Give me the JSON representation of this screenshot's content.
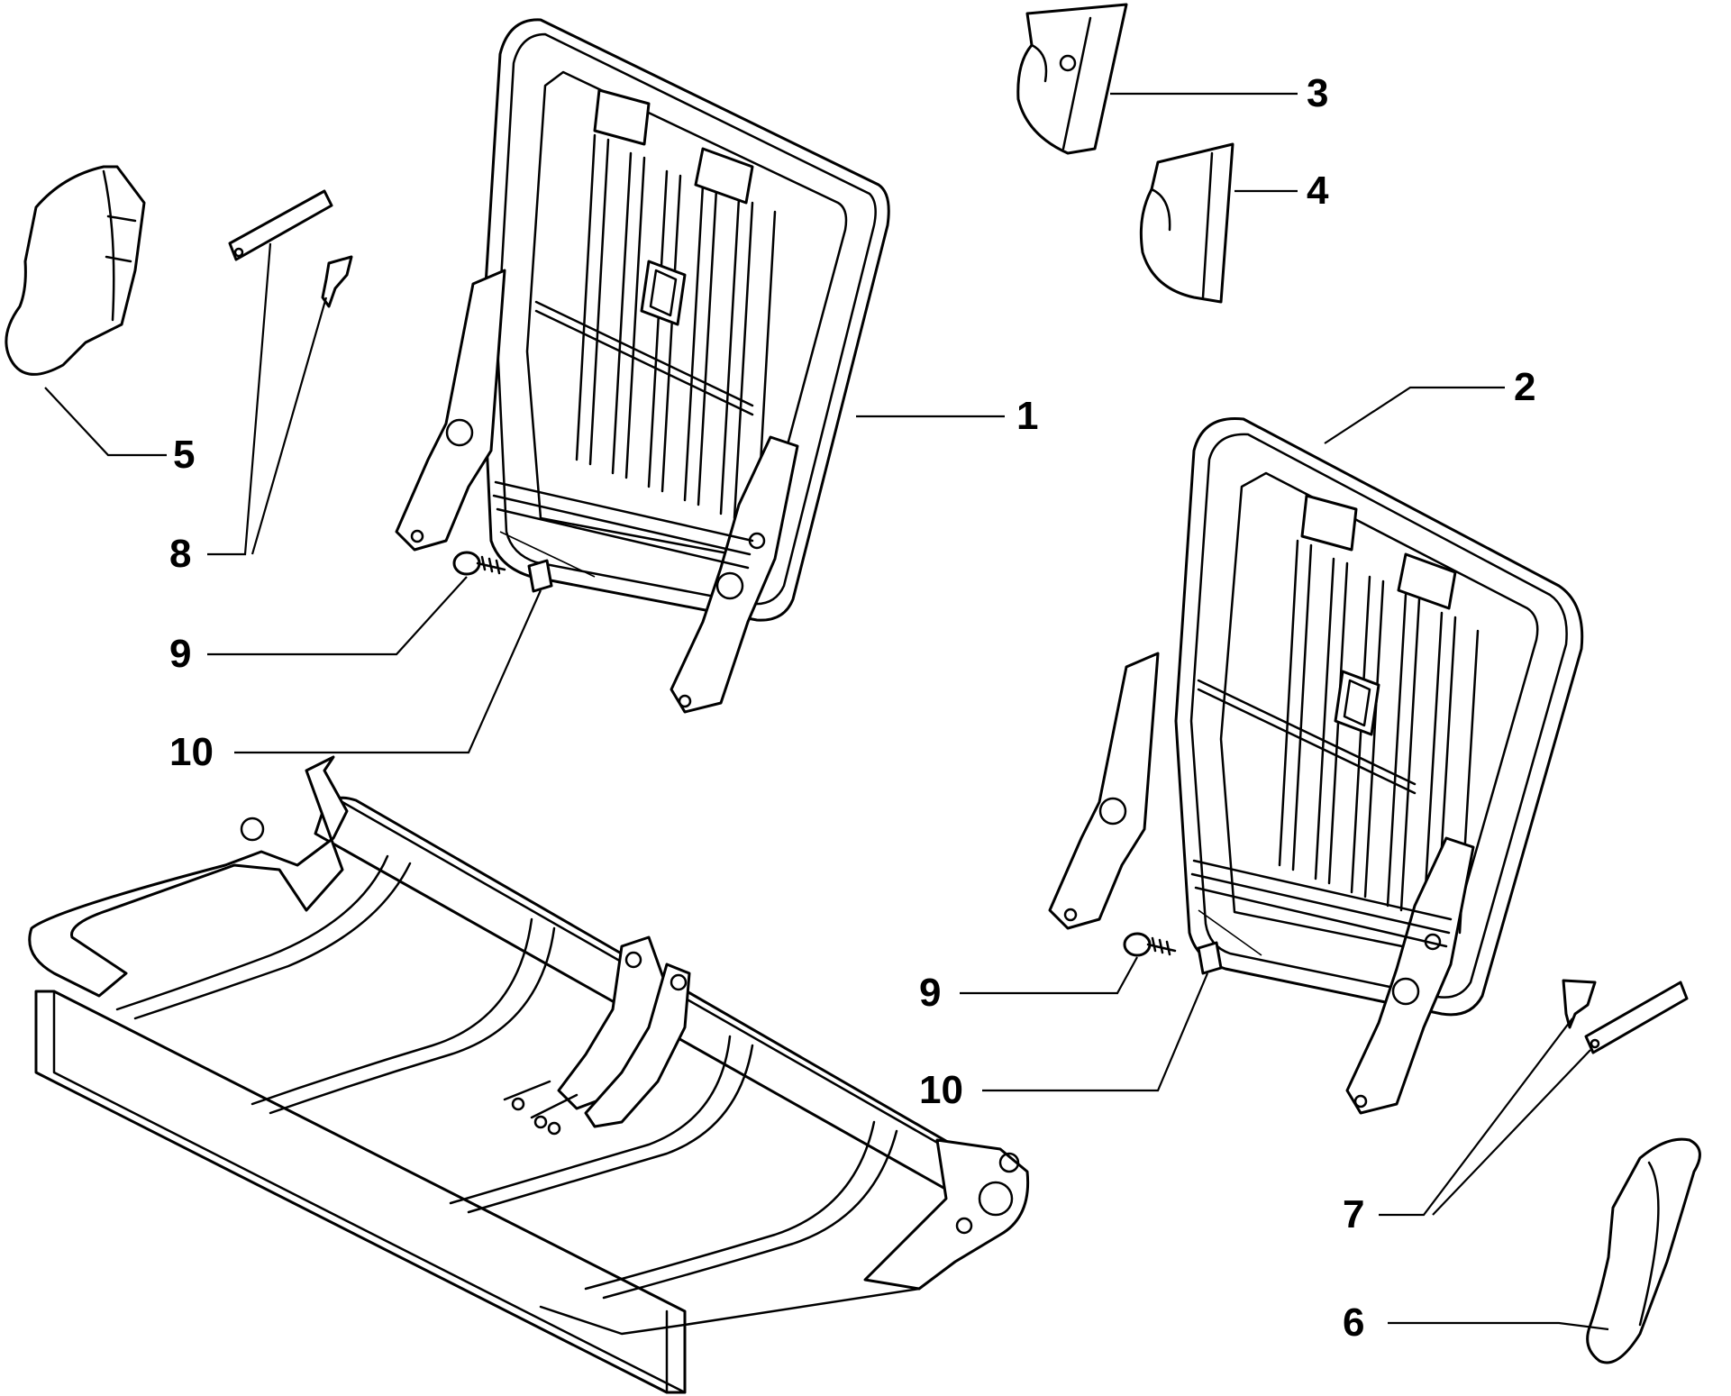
{
  "diagram": {
    "colors": {
      "line": "#000000",
      "background": "#ffffff"
    },
    "parts": [
      {
        "id": "backrest-frame-left",
        "callout": "1"
      },
      {
        "id": "backrest-frame-right",
        "callout": "2"
      },
      {
        "id": "hinge-cover-upper",
        "callout": "3"
      },
      {
        "id": "hinge-cover-lower",
        "callout": "4"
      },
      {
        "id": "side-trim-left",
        "callout": "5"
      },
      {
        "id": "side-trim-right",
        "callout": "6"
      },
      {
        "id": "bracket-set-right",
        "callout": "7"
      },
      {
        "id": "bracket-set-left",
        "callout": "8"
      },
      {
        "id": "screw-left",
        "callout": "9"
      },
      {
        "id": "clip-nut-left",
        "callout": "10"
      },
      {
        "id": "screw-right",
        "callout": "9"
      },
      {
        "id": "clip-nut-right",
        "callout": "10"
      }
    ]
  }
}
